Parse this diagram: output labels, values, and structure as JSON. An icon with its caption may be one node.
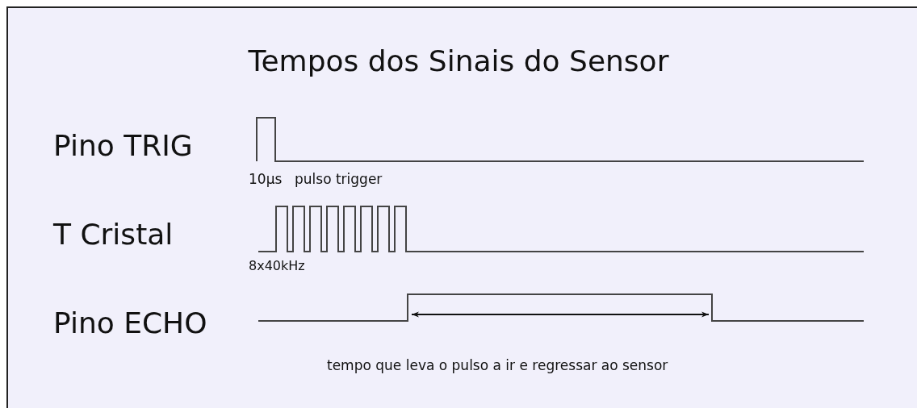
{
  "diagram": {
    "title": "Tempos dos Sinais do Sensor",
    "labels": [
      "Pino TRIG",
      "10µs",
      "pulso trigger",
      "T Cristal",
      "8x40kHz",
      "Pino ECHO",
      "tempo que leva o pulso a ir e regressar ao sensor"
    ]
  }
}
